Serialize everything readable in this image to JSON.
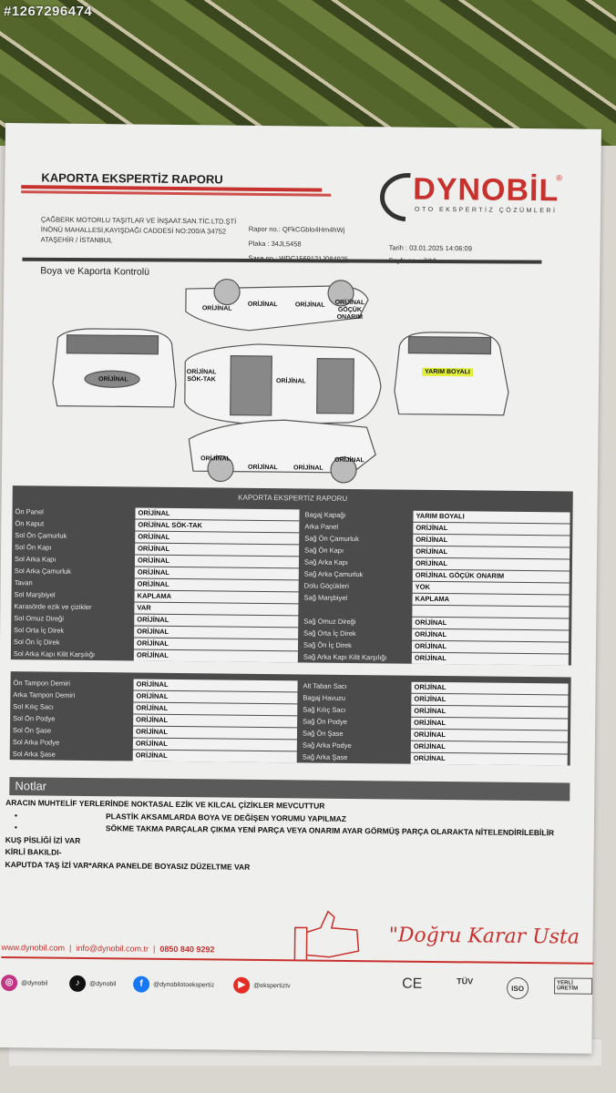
{
  "watermark": "#1267296474",
  "header": {
    "title": "KAPORTA EKSPERTİZ RAPORU",
    "brand": "DYNOBİL",
    "brand_reg": "®",
    "brand_sub": "OTO EKSPERTİZ ÇÖZÜMLERİ",
    "company": [
      "ÇAĞBERK MOTORLU TAŞITLAR VE İNŞAAT.SAN.TİC.LTD.ŞTİ",
      "İNÖNÜ MAHALLESİ,KAYIŞDAĞI CADDESİ NO:200/A 34752",
      "ATAŞEHİR / İSTANBUL"
    ],
    "rapor_no": "Rapor no.: QFkCGblo4Hm4hWj",
    "plaka": "Plaka : 34JL5458",
    "sase_no": "Şase no.: WDC1569121J084925",
    "tarih": "Tarih : 03.01.2025 14:06:09",
    "sayfa": "Sayfa no. : 7/10"
  },
  "section_title": "Boya ve Kaporta Kontrolü",
  "diagram": {
    "top_side": [
      "ORİJİNAL",
      "ORİJİNAL",
      "ORİJİNAL",
      "ORİJİNAL GÖÇÜK ONARIM"
    ],
    "front": "ORİJİNAL",
    "roof_hood": "ORİJİNAL SÖK-TAK",
    "roof": "ORİJİNAL",
    "rear": "YARIM BOYALI",
    "bottom_side": [
      "ORİJİNAL",
      "ORİJİNAL",
      "ORİJİNAL",
      "ORİJİNAL"
    ]
  },
  "table1": {
    "title": "KAPORTA EKSPERTİZ RAPORU",
    "left": [
      [
        "Ön Panel",
        "ORİJİNAL"
      ],
      [
        "Ön Kaput",
        "ORİJİNAL SÖK-TAK"
      ],
      [
        "Sol Ön Çamurluk",
        "ORİJİNAL"
      ],
      [
        "Sol Ön Kapı",
        "ORİJİNAL"
      ],
      [
        "Sol Arka Kapı",
        "ORİJİNAL"
      ],
      [
        "Sol Arka Çamurluk",
        "ORİJİNAL"
      ],
      [
        "Tavan",
        "ORİJİNAL"
      ],
      [
        "Sol Marşbiyel",
        "KAPLAMA"
      ],
      [
        "Karasörde ezik ve çizikler",
        "VAR"
      ],
      [
        "Sol Omuz Direği",
        "ORİJİNAL"
      ],
      [
        "Sol Orta İç Direk",
        "ORİJİNAL"
      ],
      [
        "Sol Ön İç Direk",
        "ORİJİNAL"
      ],
      [
        "Sol Arka Kapı Kilit Karşılığı",
        "ORİJİNAL"
      ]
    ],
    "right": [
      [
        "Bagaj Kapağı",
        "YARIM BOYALI"
      ],
      [
        "Arka Panel",
        "ORİJİNAL"
      ],
      [
        "Sağ Ön Çamurluk",
        "ORİJİNAL"
      ],
      [
        "Sağ Ön Kapı",
        "ORİJİNAL"
      ],
      [
        "Sağ Arka Kapı",
        "ORİJİNAL"
      ],
      [
        "Sağ Arka Çamurluk",
        "ORİJİNAL GÖÇÜK ONARIM"
      ],
      [
        "Dolu Göçükleri",
        "YOK"
      ],
      [
        "Sağ Marşbiyel",
        "KAPLAMA"
      ],
      [
        "",
        ""
      ],
      [
        "Sağ Omuz Direği",
        "ORİJİNAL"
      ],
      [
        "Sağ Orta İç Direk",
        "ORİJİNAL"
      ],
      [
        "Sağ Ön İç Direk",
        "ORİJİNAL"
      ],
      [
        "Sağ Arka Kapı Kilit Karşılığı",
        "ORİJİNAL"
      ]
    ]
  },
  "table2": {
    "left": [
      [
        "Ön Tampon Demiri",
        "ORİJİNAL"
      ],
      [
        "Arka Tampon Demiri",
        "ORİJİNAL"
      ],
      [
        "Sol Kılıç Sacı",
        "ORİJİNAL"
      ],
      [
        "Sol Ön Podye",
        "ORİJİNAL"
      ],
      [
        "Sol Ön Şase",
        "ORİJİNAL"
      ],
      [
        "Sol Arka Podye",
        "ORİJİNAL"
      ],
      [
        "Sol Arka Şase",
        "ORİJİNAL"
      ]
    ],
    "right": [
      [
        "Alt Taban Sacı",
        "ORİJİNAL"
      ],
      [
        "Bagaj Havuzu",
        "ORİJİNAL"
      ],
      [
        "Sağ Kılıç Sacı",
        "ORİJİNAL"
      ],
      [
        "Sağ Ön Podye",
        "ORİJİNAL"
      ],
      [
        "Sağ Ön Şase",
        "ORİJİNAL"
      ],
      [
        "Sağ Arka Podye",
        "ORİJİNAL"
      ],
      [
        "Sağ Arka Şase",
        "ORİJİNAL"
      ]
    ]
  },
  "notes": {
    "title": "Notlar",
    "line1": "ARACIN MUHTELİF YERLERİNDE NOKTASAL EZİK VE KILCAL ÇİZİKLER MEVCUTTUR",
    "bullet1": "PLASTİK AKSAMLARDA BOYA VE DEĞİŞEN YORUMU YAPILMAZ",
    "bullet2": "SÖKME TAKMA PARÇALAR ÇIKMA YENİ PARÇA VEYA ONARIM AYAR GÖRMÜŞ PARÇA OLARAKTA NİTELENDİRİLEBİLİR",
    "line2": "KUŞ PİSLİĞİ İZİ VAR",
    "line3": "KİRLİ BAKILDI-",
    "line4": "KAPUTDA TAŞ İZİ VAR*ARKA PANELDE BOYASIZ DÜZELTME VAR"
  },
  "footer": {
    "website": "www.dynobil.com",
    "email": "info@dynobil.com.tr",
    "phone": "0850 840 9292",
    "slogan": "\"Doğru Karar Usta",
    "social": [
      {
        "icon": "instagram-icon",
        "handle": "@dynobil",
        "color": "#c13584"
      },
      {
        "icon": "tiktok-icon",
        "handle": "@dynobil",
        "color": "#111111"
      },
      {
        "icon": "facebook-icon",
        "handle": "@dynobilotoekspertiz",
        "color": "#1877f2"
      },
      {
        "icon": "youtube-icon",
        "handle": "@ekspertiztv",
        "color": "#e52d27"
      }
    ],
    "certs": [
      "CE",
      "TÜV",
      "ISO",
      "YERLİ ÜRETİM"
    ]
  },
  "colors": {
    "brand_red": "#c8322e",
    "table_dark": "#4b4b4b"
  }
}
